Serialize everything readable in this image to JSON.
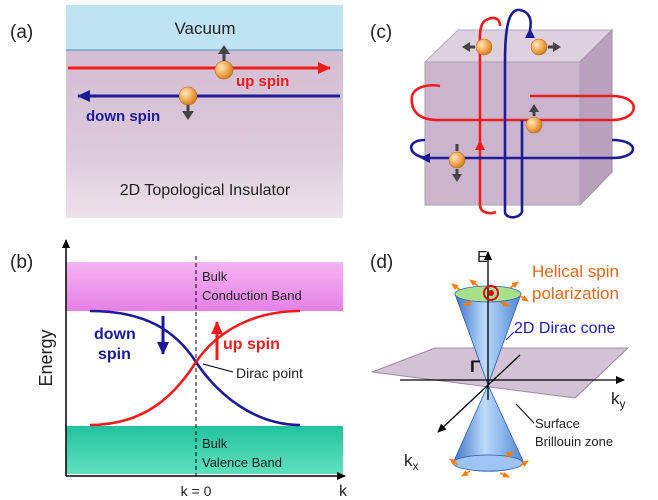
{
  "panel_labels": {
    "a": "(a)",
    "b": "(b)",
    "c": "(c)",
    "d": "(d)"
  },
  "panel_a": {
    "vacuum": "Vacuum",
    "up_spin": "up spin",
    "down_spin": "down spin",
    "insulator": "2D Topological Insulator"
  },
  "panel_b": {
    "conduction_line1": "Bulk",
    "conduction_line2": "Conduction Band",
    "valence_line1": "Bulk",
    "valence_line2": "Valence Band",
    "down_line1": "down",
    "down_line2": "spin",
    "up_spin": "up spin",
    "dirac_point": "Dirac point",
    "ylabel": "Energy",
    "k_zero": "k = 0",
    "xlabel": "k"
  },
  "panel_d": {
    "energy_axis": "E",
    "helical_line1": "Helical spin",
    "helical_line2": "polarization",
    "dirac_cone": "2D Dirac cone",
    "gamma": "Γ",
    "ky_base": "k",
    "ky_sub": "y",
    "kx_base": "k",
    "kx_sub": "x",
    "surface_line1": "Surface",
    "surface_line2": "Brillouin zone"
  },
  "colors": {
    "up": "#ee1c1c",
    "down": "#1b1b9a",
    "electron": "#f4a445",
    "vacuum": "#bfe3f3",
    "insulator": "#d9c2d7",
    "conduction": "#ee90ee",
    "valence": "#2fc8a4",
    "cube": "#c9b2cd",
    "cone": "#7fb4f0"
  }
}
